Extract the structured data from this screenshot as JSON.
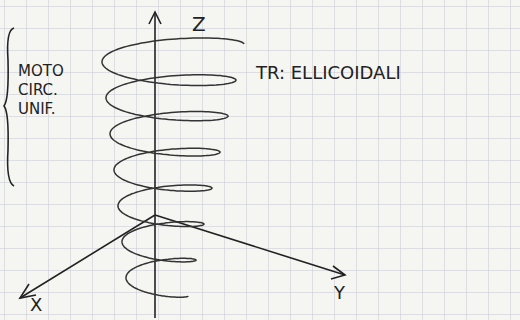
{
  "diagram": {
    "labels": [
      "Z",
      "TR: ELLICOIDALI",
      "MOTO CIRC. UNIF.",
      "Y",
      "X"
    ]
  }
}
